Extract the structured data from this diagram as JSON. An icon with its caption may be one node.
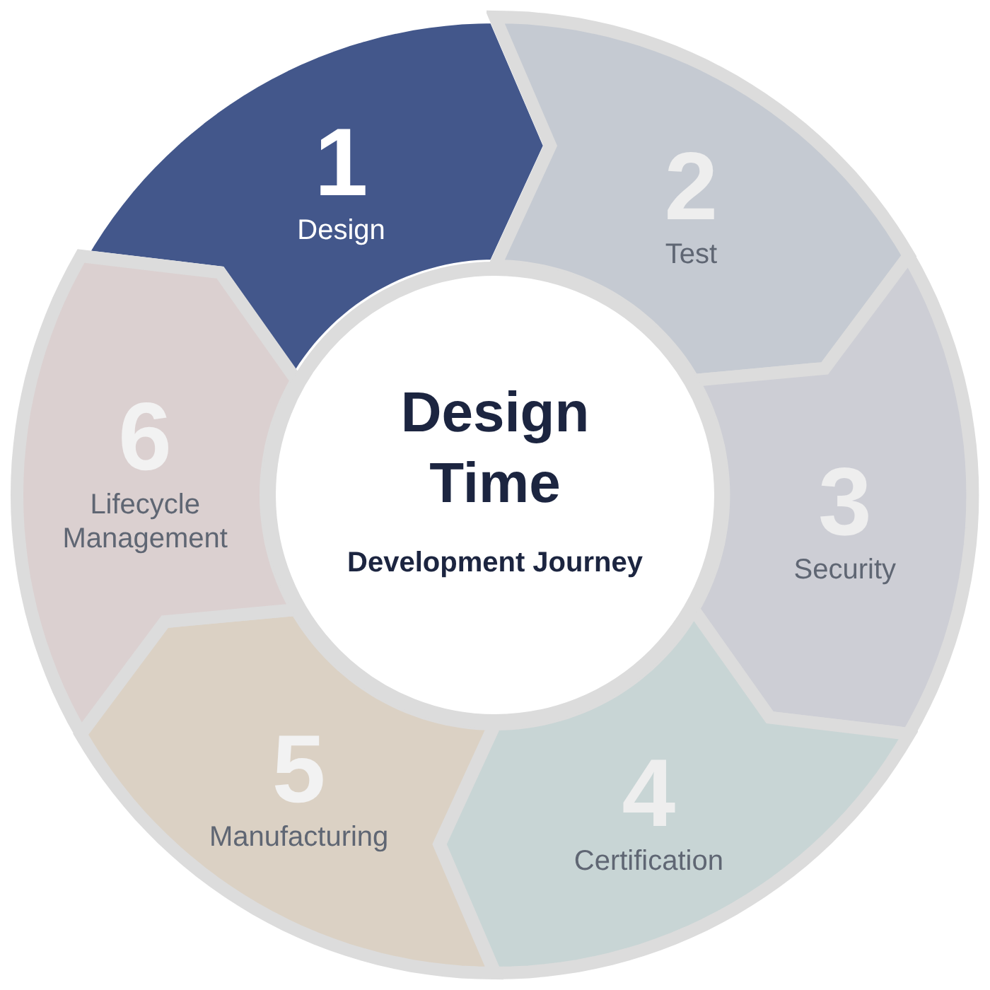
{
  "diagram": {
    "nodes": [
      {
        "text": [
          "1",
          "Design"
        ]
      },
      {
        "text": [
          "2",
          "Test"
        ]
      },
      {
        "text": [
          "3",
          "Security"
        ]
      },
      {
        "text": [
          "4",
          "Certification"
        ]
      },
      {
        "text": [
          "5",
          "Manufacturing"
        ]
      },
      {
        "text": [
          "6",
          "Lifecycle Management"
        ]
      },
      {
        "text": [
          "Design Time",
          "Development Journey"
        ]
      }
    ]
  }
}
